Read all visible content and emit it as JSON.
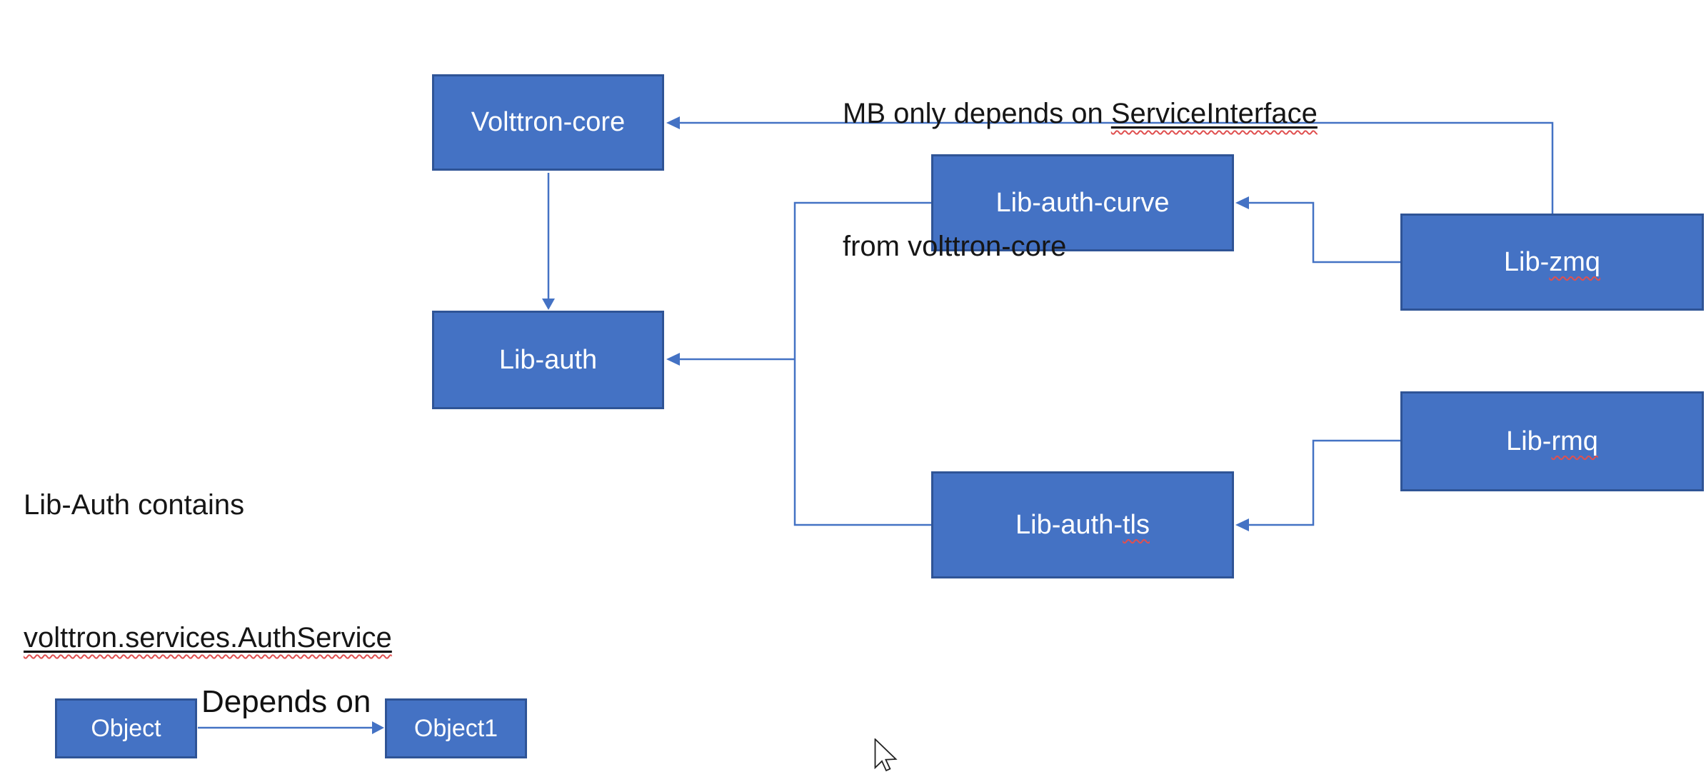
{
  "nodes": [
    {
      "id": "volttron-core",
      "text": "Volttron-core",
      "misspelled": ""
    },
    {
      "id": "lib-auth",
      "text": "Lib-auth",
      "misspelled": ""
    },
    {
      "id": "lib-auth-curve",
      "text": "Lib-auth-curve",
      "misspelled": ""
    },
    {
      "id": "lib-auth-tls",
      "text": "Lib-auth-",
      "misspelled": "tls"
    },
    {
      "id": "lib-zmq",
      "text": "Lib-",
      "misspelled": "zmq"
    },
    {
      "id": "lib-rmq",
      "text": "Lib-",
      "misspelled": "rmq"
    },
    {
      "id": "object",
      "text": "Object",
      "misspelled": ""
    },
    {
      "id": "object1",
      "text": "Object1",
      "misspelled": ""
    }
  ],
  "edges": [
    {
      "from": "Volttron-core",
      "to": "Lib-auth"
    },
    {
      "from": "Lib-zmq",
      "to": "Volttron-core"
    },
    {
      "from": "Lib-zmq",
      "to": "Lib-auth-curve"
    },
    {
      "from": "Lib-rmq",
      "to": "Lib-auth-tls"
    },
    {
      "from": "Lib-auth-curve",
      "to": "Lib-auth"
    },
    {
      "from": "Lib-auth-tls",
      "to": "Lib-auth"
    },
    {
      "from": "Object",
      "to": "Object1",
      "label": "Depends on"
    }
  ],
  "annotations": {
    "mb_line1_prefix": "MB only depends on ",
    "mb_line1_flagged": "ServiceInterface",
    "mb_line2": "from volttron-core",
    "auth_line1": "Lib-Auth contains",
    "auth_line2_flagged": "volttron.services.AuthService"
  },
  "legend": {
    "source": "Object",
    "target": "Object1",
    "relation": "Depends on"
  },
  "colors": {
    "node_fill": "#4472C4",
    "node_border": "#2F5496",
    "connector": "#4472C4",
    "spellcheck": "#E05050"
  }
}
